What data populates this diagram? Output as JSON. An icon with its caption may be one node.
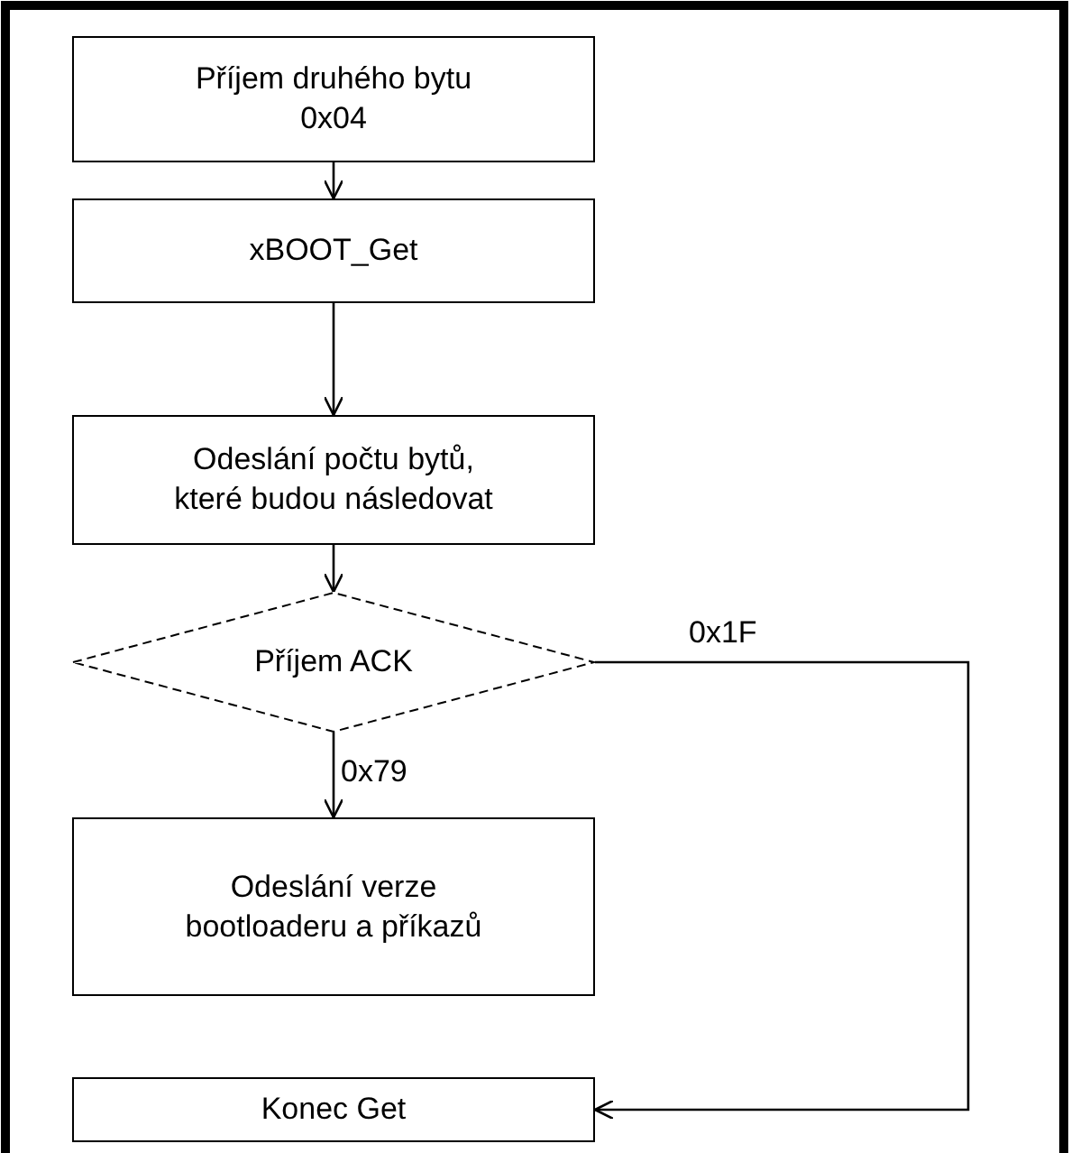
{
  "diagram": {
    "nodes": [
      {
        "text": [
          "Příjem druhého bytu 0x04"
        ]
      },
      {
        "text": [
          "xBOOT_Get"
        ]
      },
      {
        "text": [
          "Odeslání počtu bytů, které budou následovat"
        ]
      },
      {
        "text": [
          "Příjem ACK"
        ]
      },
      {
        "text": [
          "Odeslání verze bootloaderu a příkazů"
        ]
      },
      {
        "text": [
          "Konec Get"
        ]
      }
    ],
    "edges": [
      {
        "from": 0,
        "to": 1,
        "arrow": "to"
      },
      {
        "from": 1,
        "to": 2,
        "arrow": "to"
      },
      {
        "from": 2,
        "to": 3,
        "arrow": "to"
      },
      {
        "from": 3,
        "to": 4,
        "arrow": "to",
        "label": "0x79"
      },
      {
        "from": 3,
        "to": 5,
        "arrow": "to",
        "label": "0x1F"
      }
    ]
  }
}
